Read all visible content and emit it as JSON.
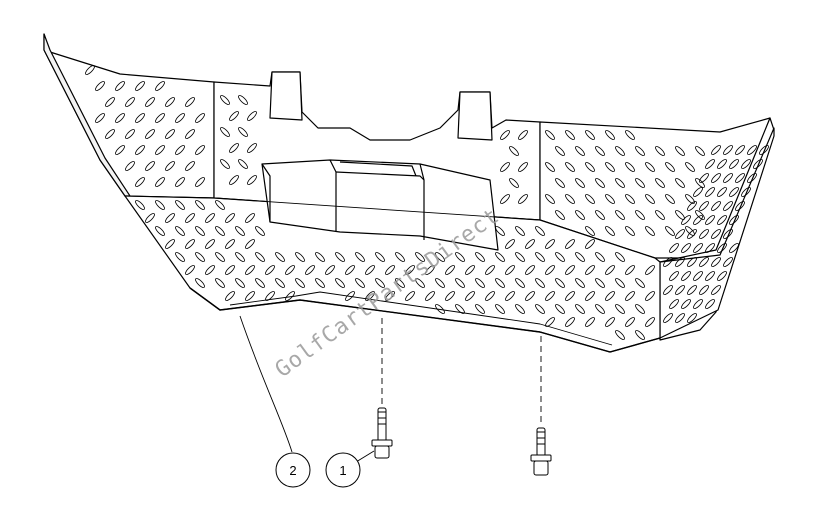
{
  "diagram": {
    "watermark": "GolfCartPartsDirect",
    "callouts": [
      {
        "id": "1",
        "label": "1"
      },
      {
        "id": "2",
        "label": "2"
      }
    ],
    "colors": {
      "line": "#000000",
      "fill": "#ffffff",
      "watermark": "#9a9a9a"
    }
  }
}
